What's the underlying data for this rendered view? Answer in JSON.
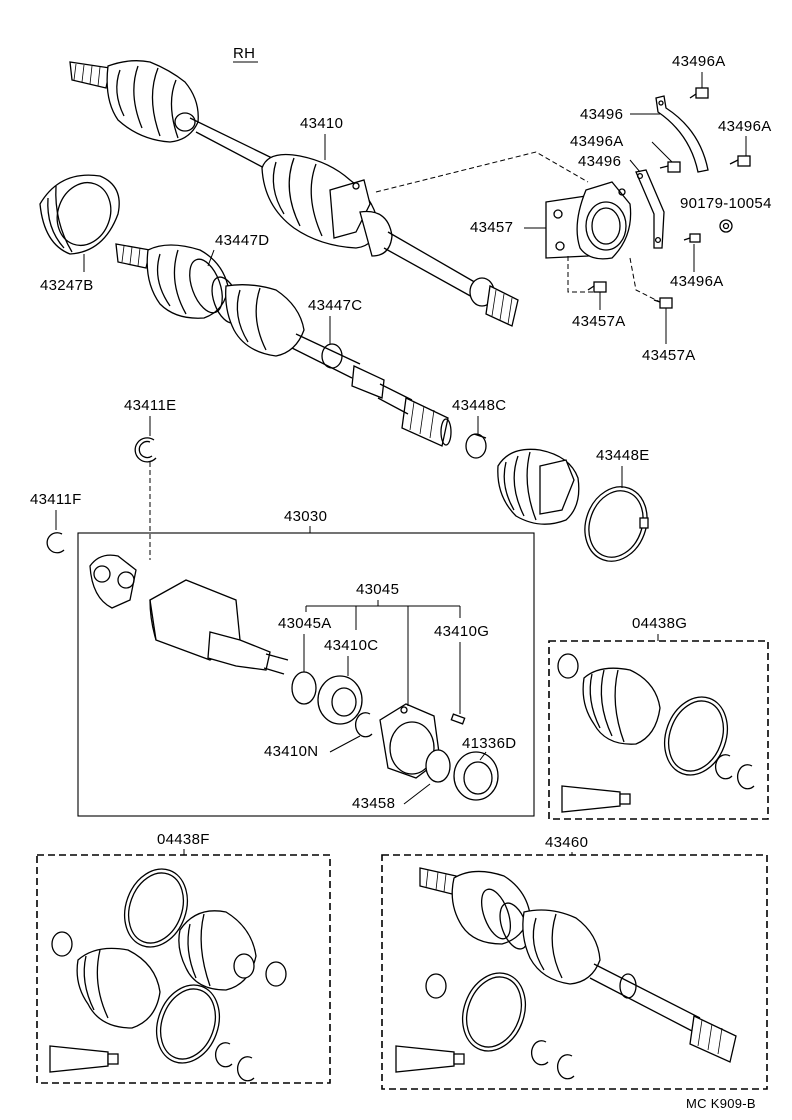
{
  "title": "RH",
  "footer_code": "MC K909-B",
  "labels": {
    "p43410": "43410",
    "p43247B": "43247B",
    "p43447D": "43447D",
    "p43447C": "43447C",
    "p43496A_1": "43496A",
    "p43496_1": "43496",
    "p43496A_2": "43496A",
    "p43496A_3": "43496A",
    "p43496_2": "43496",
    "p90179": "90179-10054",
    "p43457": "43457",
    "p43496A_4": "43496A",
    "p43457A_1": "43457A",
    "p43457A_2": "43457A",
    "p43411E": "43411E",
    "p43448C": "43448C",
    "p43448E": "43448E",
    "p43411F": "43411F",
    "p43030": "43030",
    "p43045": "43045",
    "p43045A": "43045A",
    "p43410C": "43410C",
    "p43410G": "43410G",
    "p04438G": "04438G",
    "p43410N": "43410N",
    "p41336D": "41336D",
    "p43458": "43458",
    "p04438F": "04438F",
    "p43460": "43460"
  }
}
